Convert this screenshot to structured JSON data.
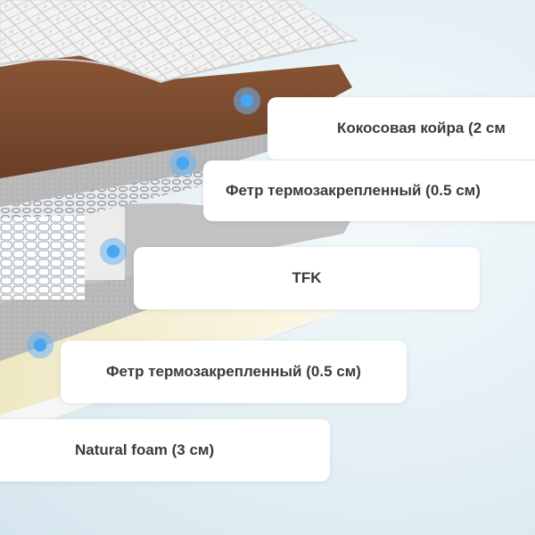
{
  "colors": {
    "accent_dot": "#4aa6f0",
    "coir": "#7a4a30",
    "felt": "#b5b5b5",
    "foam": "#f4f0d6",
    "quilt": "#f2f2f2"
  },
  "layers": [
    {
      "label": "Кокосовая койра (2 см"
    },
    {
      "label": "Фетр термозакрепленный (0.5 см)"
    },
    {
      "label": "TFK"
    },
    {
      "label": "Фетр термозакрепленный (0.5 см)"
    },
    {
      "label": "Natural foam (3 см)"
    }
  ]
}
